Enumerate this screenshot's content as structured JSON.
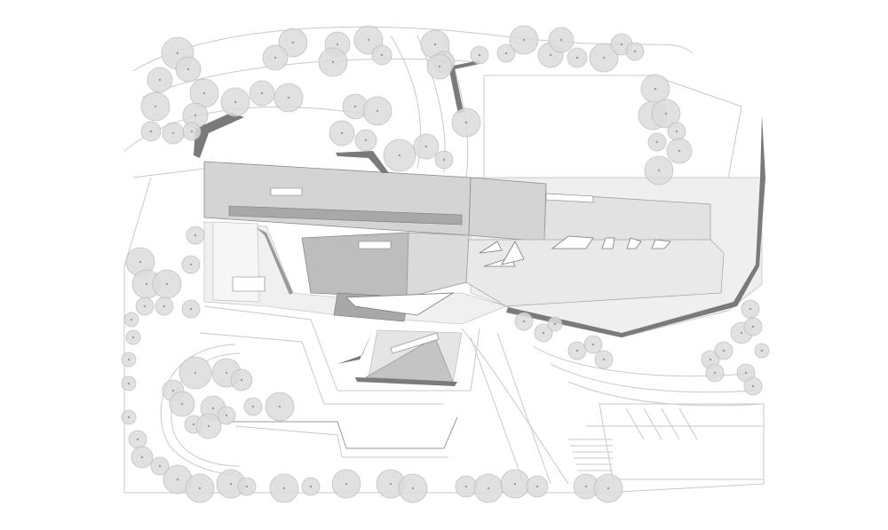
{
  "colors": {
    "background": "#ffffff",
    "ground": "#eeeeee",
    "building_roof": "#d2d2d2",
    "building_roof_dark": "#a9a9a9",
    "courtyard": "#bdbdbd",
    "canopy": "#dcdcdc",
    "wall": "#7a7a7a",
    "linework": "#c9c9c9"
  },
  "legend": {
    "tree_symbol": "tree-canopy",
    "wall_symbol": "site-wall",
    "building_symbol": "roof-plan"
  }
}
